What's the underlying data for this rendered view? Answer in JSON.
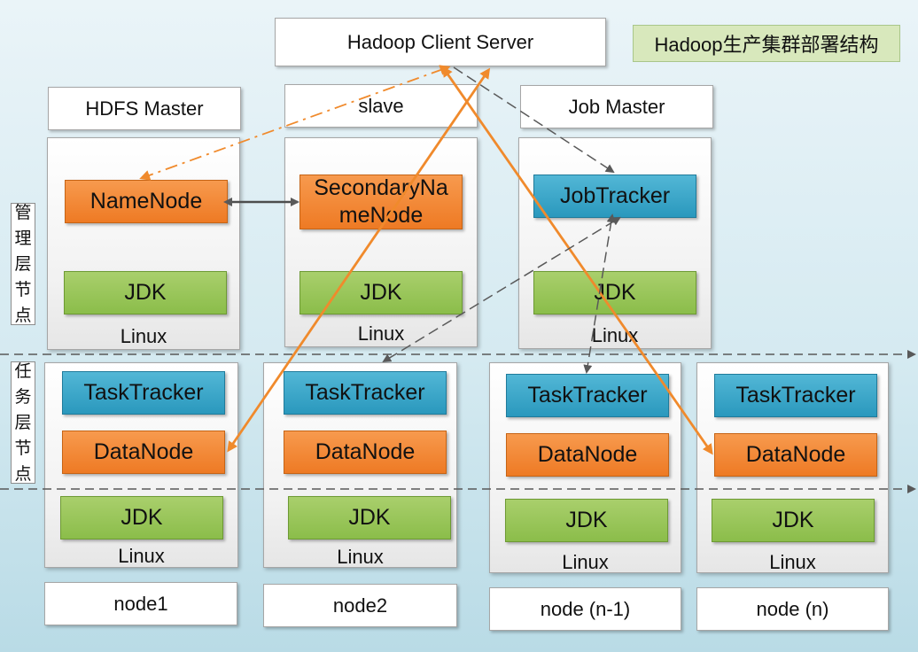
{
  "title": "Hadoop生产集群部署结构",
  "client_server": "Hadoop Client Server",
  "layers": {
    "management": [
      "管",
      "理",
      "层",
      "节",
      "点"
    ],
    "task": [
      "任",
      "务",
      "层",
      "节",
      "点"
    ]
  },
  "masters": [
    {
      "header": "HDFS Master",
      "top": "NameNode",
      "jdk": "JDK",
      "os": "Linux"
    },
    {
      "header": "slave",
      "top": "SecondaryNameNode",
      "top_lines": [
        "SecondaryNa",
        "meNode"
      ],
      "jdk": "JDK",
      "os": "Linux"
    },
    {
      "header": "Job Master",
      "top": "JobTracker",
      "jdk": "JDK",
      "os": "Linux"
    }
  ],
  "workers": [
    {
      "name": "node1",
      "tasktracker": "TaskTracker",
      "datanode": "DataNode",
      "jdk": "JDK",
      "os": "Linux"
    },
    {
      "name": "node2",
      "tasktracker": "TaskTracker",
      "datanode": "DataNode",
      "jdk": "JDK",
      "os": "Linux"
    },
    {
      "name": "node (n-1)",
      "tasktracker": "TaskTracker",
      "datanode": "DataNode",
      "jdk": "JDK",
      "os": "Linux"
    },
    {
      "name": "node (n)",
      "tasktracker": "TaskTracker",
      "datanode": "DataNode",
      "jdk": "JDK",
      "os": "Linux"
    }
  ],
  "colors": {
    "datanode_orange": "#ee7a24",
    "jdk_green": "#8bbd4a",
    "tracker_blue": "#2a98bd",
    "title_tag": "#d8e8bc",
    "connector_dashed": "#595959",
    "connector_orange": "#f08a2c"
  }
}
